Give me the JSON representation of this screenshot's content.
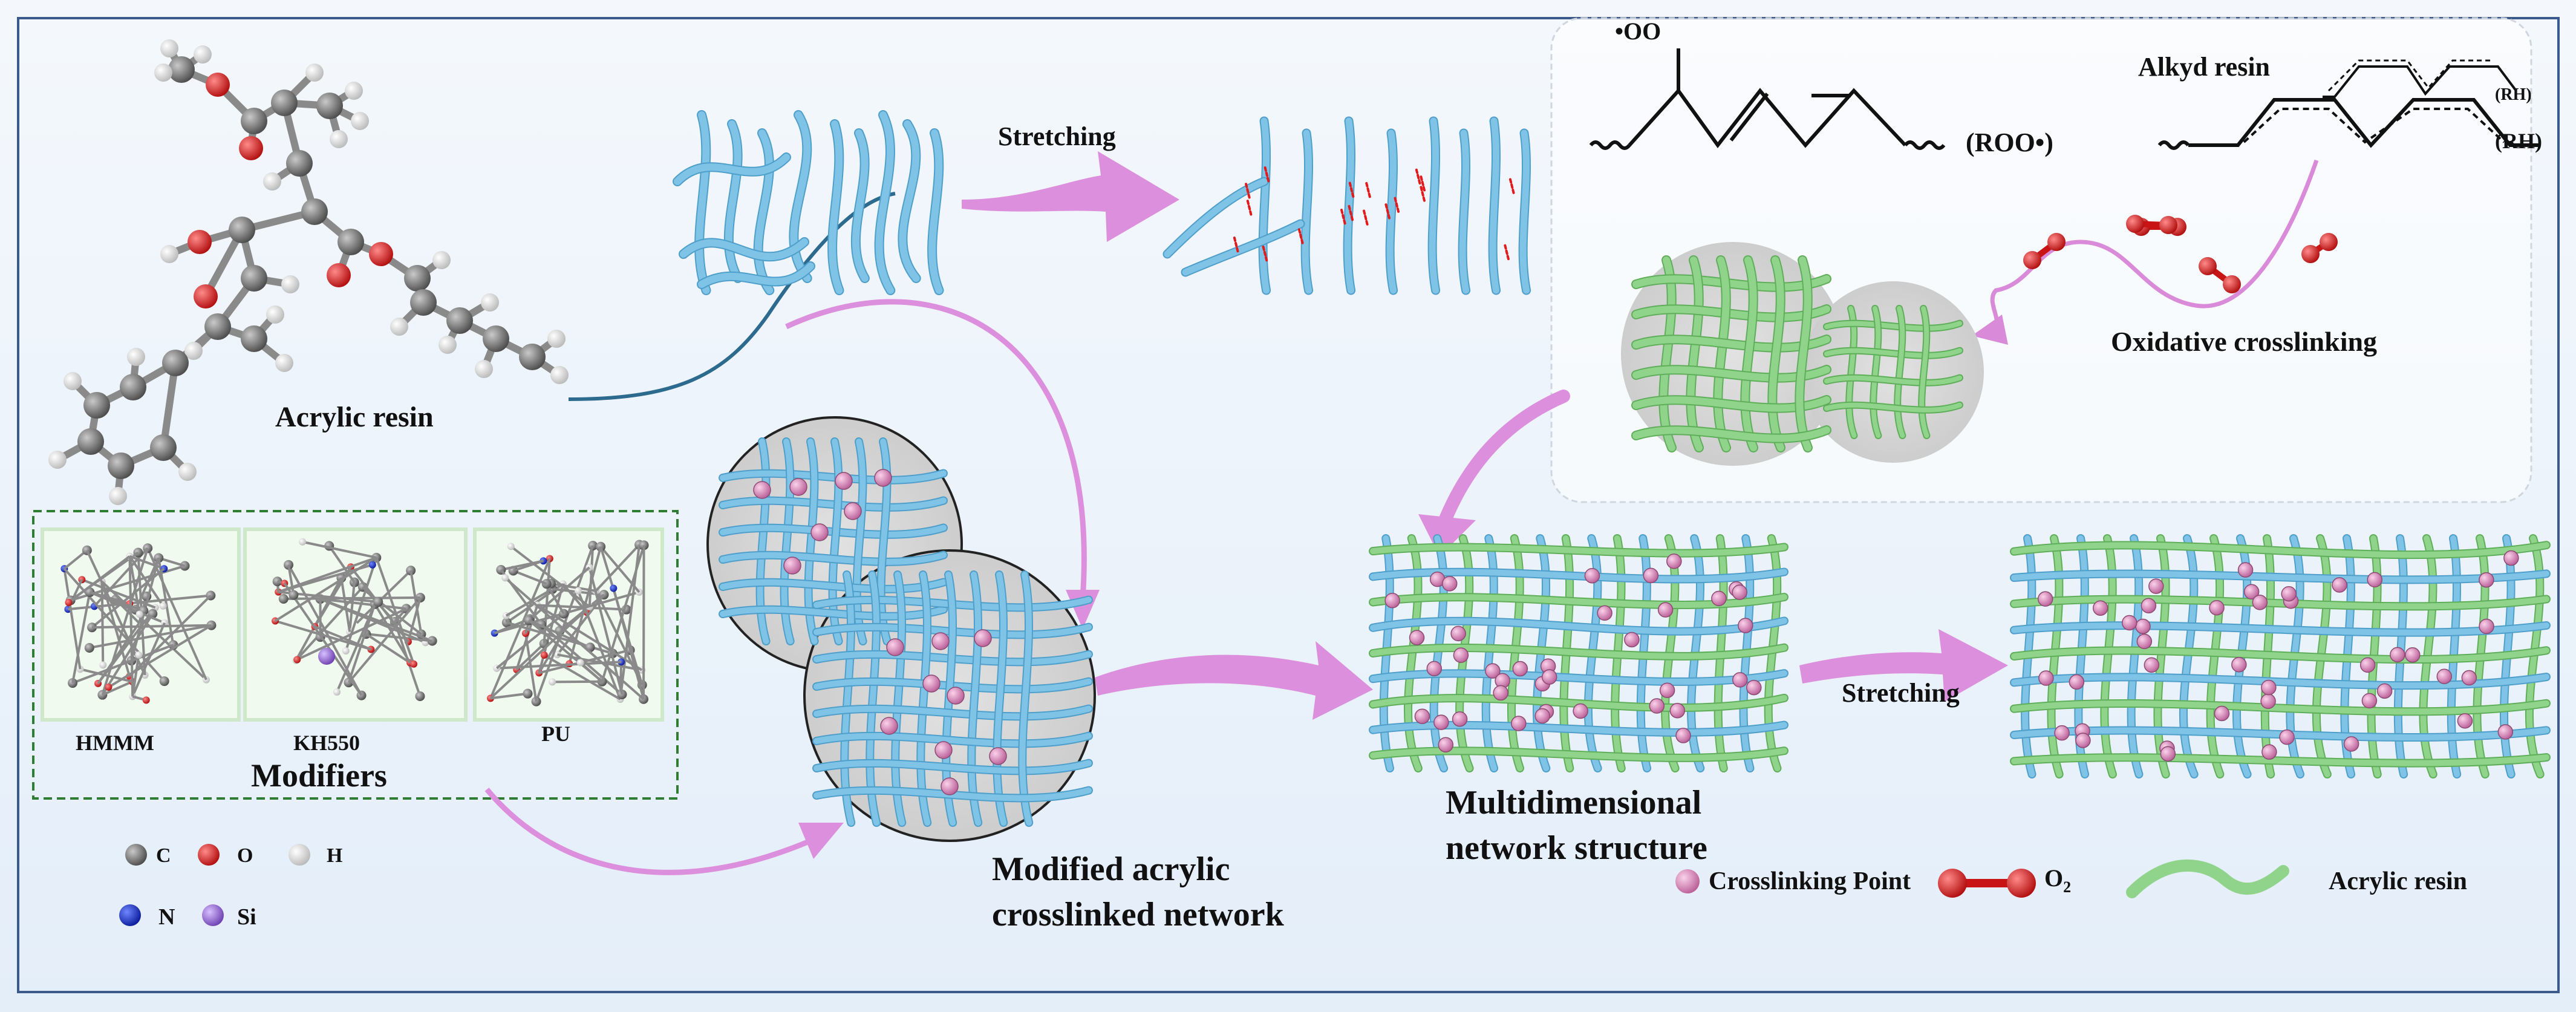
{
  "labels": {
    "acrylic_resin_molecule": "Acrylic resin",
    "stretching_top": "Stretching",
    "peroxy_radical": "(ROO•)",
    "peroxy_group": "•OO",
    "alkyd_resin": "Alkyd resin",
    "rh_small": "(RH)",
    "rh_large": "(RH)",
    "oxidative_crosslinking": "Oxidative crosslinking",
    "modifiers_title": "Modifiers",
    "modifier_hmmm": "HMMM",
    "modifier_kh550": "KH550",
    "modifier_pu": "PU",
    "atom_c": "C",
    "atom_o": "O",
    "atom_h": "H",
    "atom_n": "N",
    "atom_si": "Si",
    "modified_network_line1": "Modified acrylic",
    "modified_network_line2": "crosslinked network",
    "multidim_line1": "Multidimensional",
    "multidim_line2": "network structure",
    "stretching_bottom": "Stretching",
    "legend_crosslink": "Crosslinking Point",
    "legend_o2": "O",
    "legend_o2_sub": "2",
    "legend_acrylic": "Acrylic resin"
  },
  "colors": {
    "fiber_blue": "#7fc3e6",
    "fiber_green": "#8fd48a",
    "crosslink_pink": "#d98ab8",
    "arrow_violet": "#dc8fdc",
    "oxygen_red": "#d61f1f",
    "carbon_gray": "#6d6d6d",
    "hydrogen_white": "#efefef",
    "nitrogen_blue": "#1d2fc8",
    "silicon_purple": "#9a6ad6",
    "modifier_box_border": "#2e7d32"
  }
}
